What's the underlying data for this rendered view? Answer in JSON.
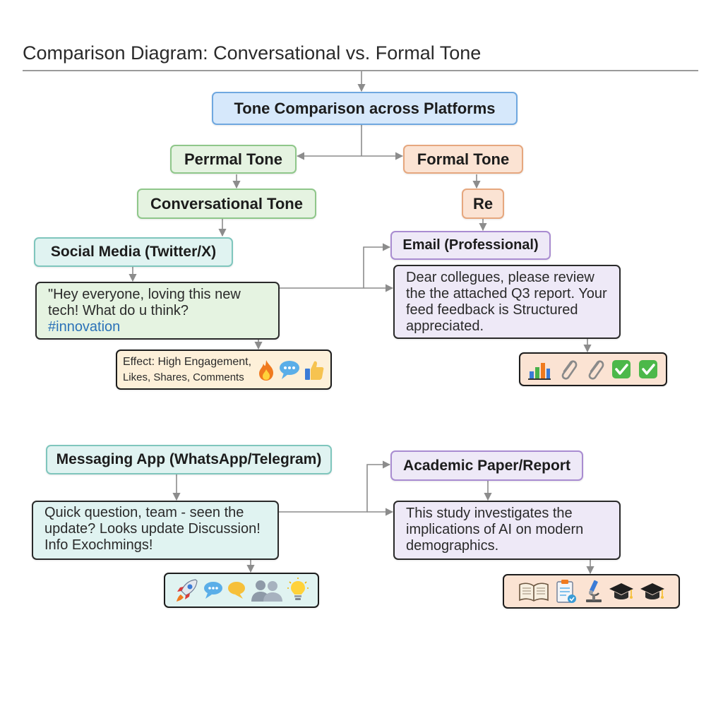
{
  "header": {
    "title": "Comparison Diagram: Conversational vs. Formal Tone"
  },
  "nodes": {
    "root": "Tone Comparison across Platforms",
    "personal_tone": "Perrmal Tone",
    "formal_tone": "Formal Tone",
    "conversational_tone": "Conversational Tone",
    "re": "Re",
    "social_media": "Social Media (Twitter/X)",
    "email": "Email (Professional)",
    "messaging_app": "Messaging App (WhatsApp/Telegram)",
    "academic_paper": "Academic Paper/Report"
  },
  "messages": {
    "tweet": {
      "lines": [
        "\"Hey everyone, loving this new",
        "tech! What do u think?"
      ],
      "hashtag": "#innovation"
    },
    "email": {
      "lines": [
        "Dear collegues, please review",
        "the the attached Q3 report. Your",
        "feed feedback is Structured",
        "appreciated."
      ]
    },
    "chat": {
      "lines": [
        "Quick question, team - seen the",
        "update? Looks update Discussion!",
        "Info Exochmings!"
      ]
    },
    "paper": {
      "lines": [
        "This study investigates the",
        "implications of AI on modern",
        "demographics."
      ]
    }
  },
  "effects": {
    "social": {
      "line1": "Effect: High Engagement,",
      "line2": "Likes, Shares, Comments",
      "icons": [
        "fire-icon",
        "speech-bubble-icon",
        "thumbs-up-icon"
      ]
    },
    "email": {
      "icons": [
        "bar-chart-icon",
        "paperclip-icon",
        "paperclip-icon",
        "check-box-icon",
        "check-box-icon"
      ]
    },
    "messaging": {
      "icons": [
        "rocket-icon",
        "speech-bubble-icon",
        "speech-bubble-icon",
        "people-icon",
        "lightbulb-icon"
      ]
    },
    "academic": {
      "icons": [
        "book-icon",
        "clipboard-icon",
        "microscope-icon",
        "graduation-cap-icon",
        "graduation-cap-icon"
      ]
    }
  },
  "colors": {
    "blue": "#6fa8e0",
    "green": "#8fc78a",
    "orange": "#e6a77e",
    "teal": "#7fc6bd",
    "purple": "#a98cd1",
    "cream": "#ecb86d",
    "connector": "#8c8c8c"
  }
}
